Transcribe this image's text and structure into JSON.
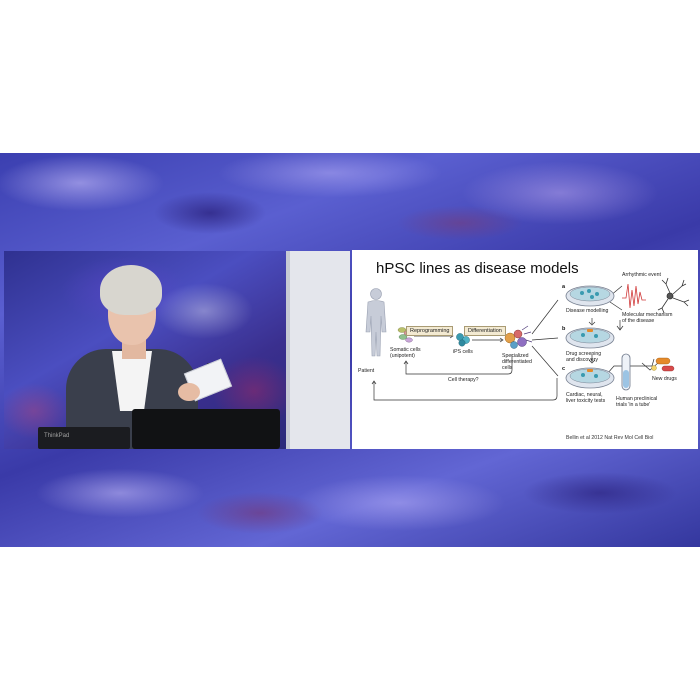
{
  "slide": {
    "title": "hPSC lines as disease models",
    "patient_label": "Patient",
    "somatic_cells_label": [
      "Somatic cells",
      "(unipotent)"
    ],
    "reprogramming_label": "Reprogramming",
    "ips_cells_label": "iPS cells",
    "differentiation_label": "Differentiation",
    "specialized_cells_label": [
      "Specialized",
      "differentiated",
      "cells"
    ],
    "cell_therapy_label": "Cell therapy?",
    "panel_a_letter": "a",
    "panel_b_letter": "b",
    "panel_c_letter": "c",
    "disease_modelling_label": "Disease modelling",
    "arrhythmic_event_label": "Arrhythmic event",
    "molecular_mechanism_label": [
      "Molecular mechanism",
      "of the disease"
    ],
    "drug_screening_label": [
      "Drug screening",
      "and discovery"
    ],
    "new_drugs_label": "New drugs",
    "toxicity_tests_label": [
      "Cardiac, neural,",
      "liver toxicity tests"
    ],
    "preclinical_trials_label": [
      "Human preclinical",
      "trials 'in a tube'"
    ],
    "citation": "Bellin et al 2012 Nat Rev Mol Cell Biol"
  },
  "colors": {
    "background_pattern": "#4a4fc4",
    "slide_background": "#ffffff",
    "step_box_fill": "#f3ead2",
    "arrhythmia_trace": "#d03838",
    "cell_teal": "#3a9bb0"
  },
  "icons": {
    "computer_brand": "ThinkPad"
  }
}
